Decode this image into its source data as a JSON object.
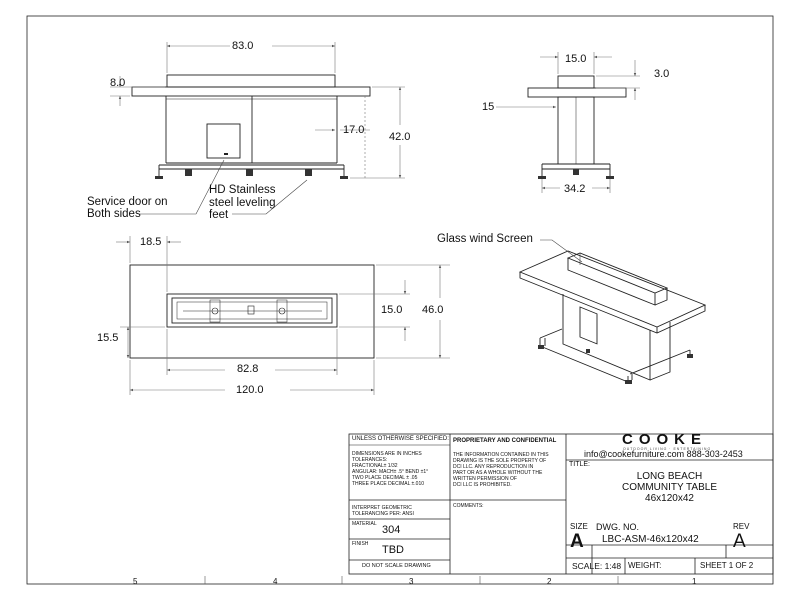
{
  "dimensions": {
    "front_width": "83.0",
    "front_top_thickness": "8.0",
    "front_leg_height": "17.0",
    "front_height": "42.0",
    "side_screen_width": "15.0",
    "side_screen_height": "3.0",
    "side_left": "15",
    "side_base": "34.2",
    "top_left_offset": "18.5",
    "top_burner_depth": "15.0",
    "top_depth": "46.0",
    "top_side_offset": "15.5",
    "top_burner_length": "82.8",
    "top_length": "120.0"
  },
  "callouts": {
    "service_door": [
      "Service door on",
      "Both sides"
    ],
    "leveling_feet": [
      "HD Stainless",
      "steel leveling",
      "feet"
    ],
    "glass_screen": "Glass wind Screen"
  },
  "title_block": {
    "unless_header": "UNLESS OTHERWISE SPECIFIED:",
    "tolerances": [
      "DIMENSIONS ARE IN INCHES",
      "TOLERANCES:",
      "FRACTIONAL± 1/32",
      "ANGULAR: MACH± .5° BEND ±1°",
      "TWO PLACE DECIMAL    ± .05",
      "THREE PLACE DECIMAL  ±.010"
    ],
    "interpret": [
      "INTERPRET GEOMETRIC",
      "TOLERANCING PER: ANSI"
    ],
    "material_label": "MATERIAL",
    "material_value": "304",
    "finish_label": "FINISH",
    "finish_value": "TBD",
    "no_scale": "DO NOT SCALE DRAWING",
    "proprietary_header": "PROPRIETARY AND CONFIDENTIAL",
    "proprietary_text": [
      "THE INFORMATION CONTAINED IN THIS",
      "DRAWING IS THE SOLE PROPERTY OF",
      "DCI LLC. ANY REPRODUCTION IN",
      "PART OR AS A WHOLE WITHOUT THE",
      "WRITTEN PERMISSION OF",
      "DCI LLC IS PROHIBITED."
    ],
    "comments_label": "COMMENTS:",
    "company": "COOKE",
    "company_tagline": "OUTDOOR LIVING · ENTERTAINING",
    "contact": "info@cookefurniture.com 888-303-2453",
    "title_label": "TITLE:",
    "title_lines": [
      "LONG BEACH",
      "COMMUNITY TABLE",
      "46x120x42"
    ],
    "size_label": "SIZE",
    "size_value": "A",
    "dwg_label": "DWG.  NO.",
    "dwg_value": "LBC-ASM-46x120x42",
    "rev_label": "REV",
    "rev_value": "A",
    "scale": "SCALE: 1:48",
    "weight": "WEIGHT:",
    "sheet": "SHEET 1 OF 2"
  },
  "zones": [
    "5",
    "4",
    "3",
    "2",
    "1"
  ]
}
